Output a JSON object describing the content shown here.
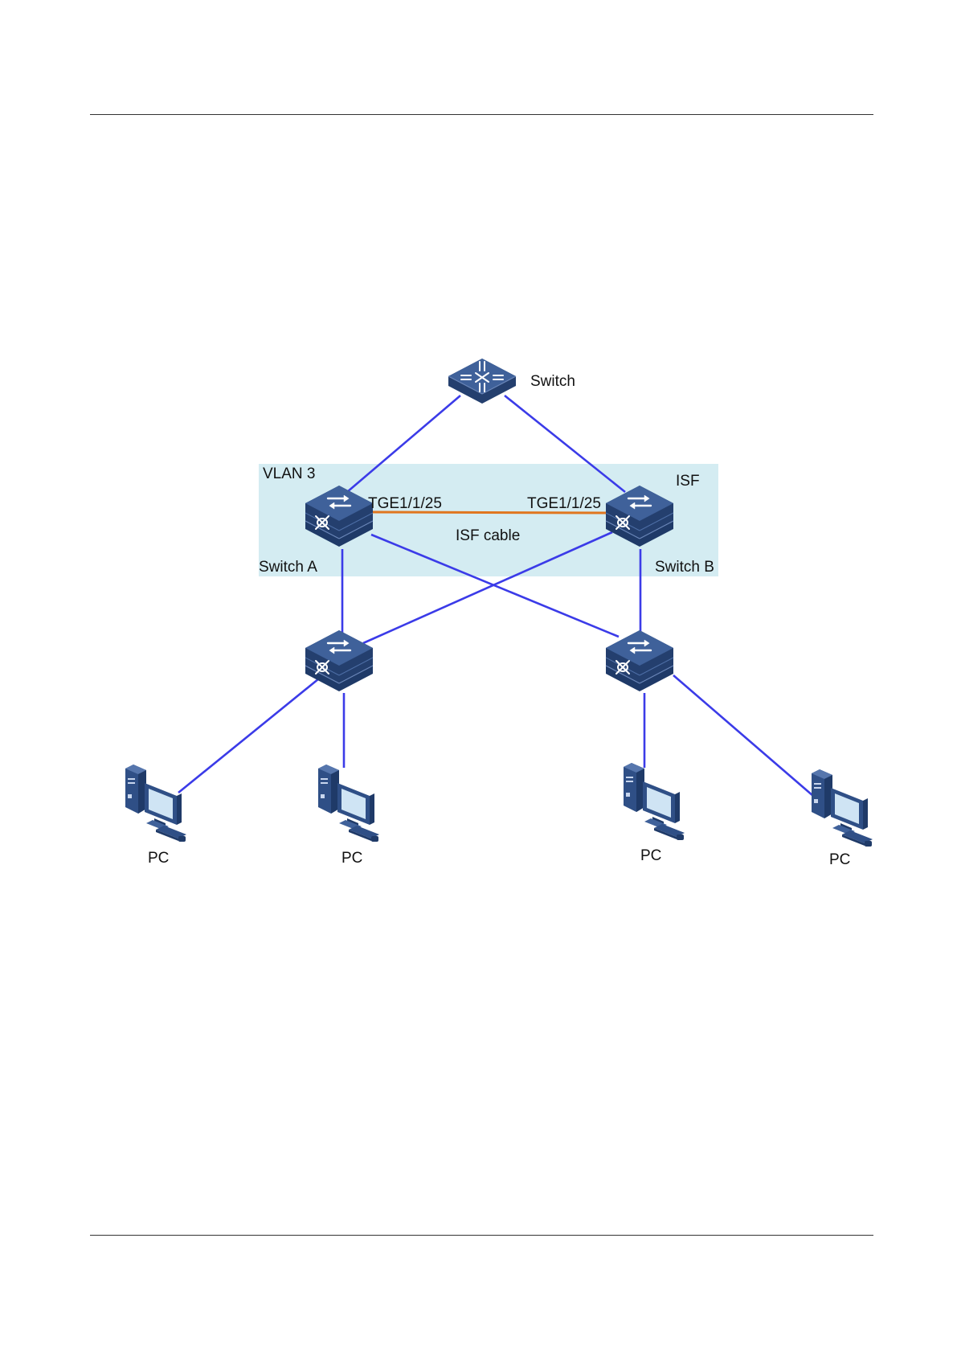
{
  "diagram": {
    "labels": {
      "top_switch": "Switch",
      "vlan": "VLAN 3",
      "isf": "ISF",
      "port_a": "TGE1/1/25",
      "port_b": "TGE1/1/25",
      "isf_cable": "ISF cable",
      "switch_a": "Switch A",
      "switch_b": "Switch B",
      "pc_1": "PC",
      "pc_2": "PC",
      "pc_3": "PC",
      "pc_4": "PC"
    },
    "colors": {
      "link": "#3b3be8",
      "isf_cable": "#e0761f",
      "isf_region": "#d4ecf2",
      "device_top": "#3a5b8f",
      "device_side": "#243f6e",
      "pc": "#2f4f86"
    },
    "icons": {
      "core_switch": "router-switch-icon",
      "access_switch": "stackable-switch-icon",
      "pc": "desktop-pc-icon"
    }
  }
}
